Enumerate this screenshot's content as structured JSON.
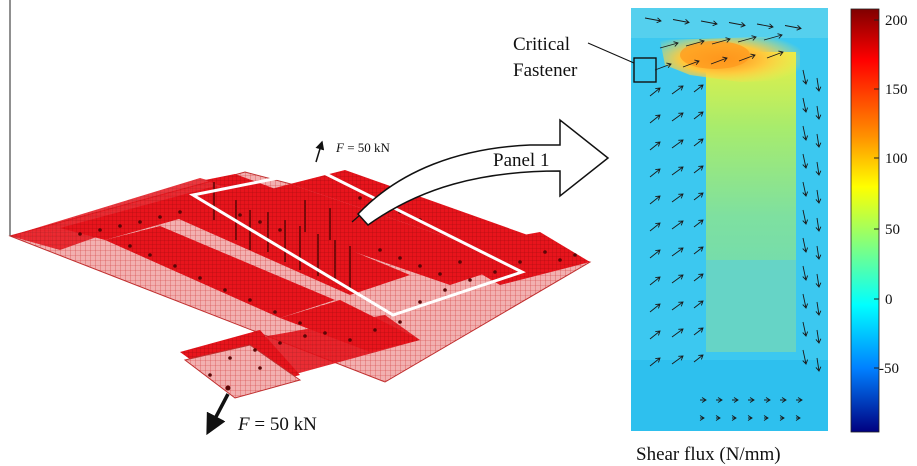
{
  "figure": {
    "mesh_view": {
      "force_top": {
        "symbol": "F",
        "value": " = 50 kN"
      },
      "force_bottom": {
        "symbol": "F",
        "value": " = 50 kN"
      }
    },
    "callout": {
      "label": "Panel 1"
    },
    "contour_plot": {
      "critical_label_line1": "Critical",
      "critical_label_line2": "Fastener",
      "colorbar_ticks": [
        "200",
        "150",
        "100",
        "50",
        "0",
        "-50"
      ],
      "caption": "Shear flux (N/mm)"
    },
    "colors": {
      "mesh_red": "#e8141c",
      "mesh_dark": "#9a0a0e",
      "contour_base": "#3cc8f0",
      "contour_hot": "#ff9a1e",
      "contour_mid": "#e6f542"
    }
  }
}
